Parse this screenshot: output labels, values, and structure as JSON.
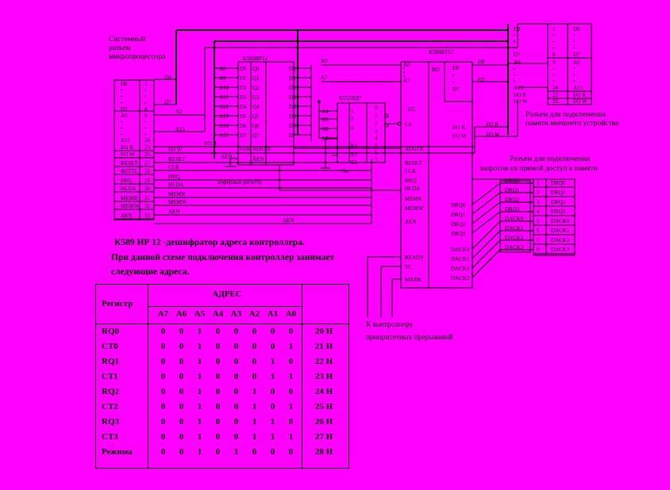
{
  "captions": {
    "system_bus": [
      "Системный",
      "разъем",
      "микропроцессора"
    ],
    "memory_port": [
      "Разъем для подключения",
      "памяти внешнего устройства"
    ],
    "dma_port": [
      "Разъем для подключения",
      "запросов на прямой доступ к памяти"
    ],
    "buffer": "Буферный регистр",
    "plus5": "+5в",
    "interrupt": [
      "К контроллеру",
      "приоритетных прерываний"
    ],
    "note": [
      "К589 ИР 12 -дешифратор адреса контроллера.",
      "При данной схеме подключения контроллер занимает",
      "следующие адреса."
    ]
  },
  "chips": {
    "reg": "К589ИР12",
    "dec": "К555ИД7",
    "dma": "К580ВТ57"
  },
  "sys_pins": {
    "left": [
      "D0",
      "•",
      "•",
      "•",
      "D7",
      "A0",
      "•",
      "•",
      "•",
      "A15",
      "I/O R",
      "I/O W",
      "RESET",
      "Ф2TTL",
      "HRQ",
      "HLDA",
      "MEMR",
      "MEMW",
      "AEN"
    ],
    "right": [
      "1",
      "•",
      "•",
      "•",
      "8",
      "9",
      "•",
      "•",
      "•",
      "24",
      "25",
      "26",
      "27",
      "28",
      "29",
      "30",
      "31",
      "32",
      "33"
    ]
  },
  "reg_pins": {
    "left": [
      "A8",
      "A9",
      "A10",
      "A11",
      "A12",
      "A13",
      "A14",
      "A15",
      "AEN"
    ],
    "in": [
      "D0",
      "D1",
      "D2",
      "D3",
      "D4",
      "D5",
      "D6",
      "D7",
      "STB",
      ""
    ],
    "out": [
      "Q0",
      "Q1",
      "Q2",
      "Q3",
      "Q4",
      "Q5",
      "Q6",
      "Q7",
      "ADSTB",
      "ĀEN"
    ],
    "right": [
      "D0",
      "D1",
      "D2",
      "D3",
      "D4",
      "D5",
      "D6",
      "D7"
    ]
  },
  "dec_pins": {
    "in": [
      "1",
      "2",
      "4",
      "",
      "E1",
      "E2",
      "E3"
    ],
    "out": [
      "0",
      "1",
      "2",
      "3",
      "4",
      "5",
      "6",
      "7"
    ],
    "left": [
      "A4",
      "A5",
      "A6",
      "A7",
      "",
      "",
      ""
    ]
  },
  "dma_pins": {
    "left_top": [
      "A0",
      "•",
      "•",
      "•",
      "A7"
    ],
    "left": [
      "CS",
      "ADSTB",
      "RESET",
      "CLK",
      "HRQ",
      "HLDA",
      "MEMR",
      "MEMW",
      "AEN",
      "READY",
      "TC",
      "MARK"
    ],
    "bus_in": [
      "RESET",
      "CLK",
      "HRQ",
      "HLDA",
      "MEMR",
      "MEMW",
      "AEN"
    ],
    "inner_top": [
      "D0",
      "•",
      "•",
      "D7"
    ],
    "top": [
      "D0",
      "D7"
    ],
    "io": [
      "I/O R",
      "I/O W"
    ],
    "drq": [
      "DRQ0",
      "DRQ1",
      "DRQ2",
      "DRQ3"
    ],
    "dack": [
      "DACK0",
      "DACK1",
      "DACK2",
      "DACK3"
    ],
    "bd": "BD",
    "sel": "ЕО"
  },
  "mem_pins": {
    "left": [
      "D0",
      "•",
      "•",
      "•",
      "D7",
      "A0",
      "•",
      "•",
      "•",
      "A15",
      "I/O R",
      "I/O W"
    ],
    "num": [
      "1",
      "•",
      "•",
      "•",
      "8",
      "9",
      "•",
      "•",
      "•",
      "24",
      "25",
      "26"
    ],
    "name": [
      "D0",
      "•",
      "•",
      "•",
      "D7",
      "A0",
      "•",
      "•",
      "•",
      "A15",
      "I/O R",
      "I/O W"
    ]
  },
  "dma_port": {
    "nums": [
      "1",
      "2",
      "3",
      "4",
      "5",
      "6",
      "7",
      "8"
    ],
    "names": [
      "DRQ0",
      "DRQ1",
      "DRQ2",
      "DRQ3",
      "DACK0",
      "DACK1",
      "DACK2",
      "DACK3"
    ]
  },
  "bus_labels": {
    "D0": "D0",
    "D7": "D7",
    "A0": "A0",
    "A15": "A15",
    "A7": "A7",
    "A0b": "A0",
    "IO_R": "I/O R",
    "IO_W": "I/O W",
    "IOR2": "I/O R",
    "IOW2": "I/O W",
    "AEN": "AEN"
  },
  "table": {
    "header_reg": "Регистр",
    "header_addr": "АДРЕС",
    "bits": [
      "A7",
      "A6",
      "A5",
      "A4",
      "A3",
      "A2",
      "A1",
      "A0"
    ],
    "rows": [
      {
        "name": "RQ0",
        "bits": [
          "0",
          "0",
          "1",
          "0",
          "0",
          "0",
          "0",
          "0"
        ],
        "hex": "20 H"
      },
      {
        "name": "CT0",
        "bits": [
          "0",
          "0",
          "1",
          "0",
          "0",
          "0",
          "0",
          "1"
        ],
        "hex": "21 H"
      },
      {
        "name": "RQ1",
        "bits": [
          "0",
          "0",
          "1",
          "0",
          "0",
          "0",
          "1",
          "0"
        ],
        "hex": "22 H"
      },
      {
        "name": "CT1",
        "bits": [
          "0",
          "0",
          "1",
          "0",
          "0",
          "0",
          "1",
          "1"
        ],
        "hex": "23 H"
      },
      {
        "name": "RQ2",
        "bits": [
          "0",
          "0",
          "1",
          "0",
          "0",
          "1",
          "0",
          "0"
        ],
        "hex": "24 H"
      },
      {
        "name": "CT2",
        "bits": [
          "0",
          "0",
          "1",
          "0",
          "0",
          "1",
          "0",
          "1"
        ],
        "hex": "25 H"
      },
      {
        "name": "RQ3",
        "bits": [
          "0",
          "0",
          "1",
          "0",
          "0",
          "1",
          "1",
          "0"
        ],
        "hex": "26 H"
      },
      {
        "name": "CT3",
        "bits": [
          "0",
          "0",
          "1",
          "0",
          "0",
          "1",
          "1",
          "1"
        ],
        "hex": "27 H"
      },
      {
        "name": "Режима",
        "bits": [
          "0",
          "0",
          "1",
          "0",
          "1",
          "0",
          "0",
          "0"
        ],
        "hex": "28 H"
      }
    ]
  }
}
